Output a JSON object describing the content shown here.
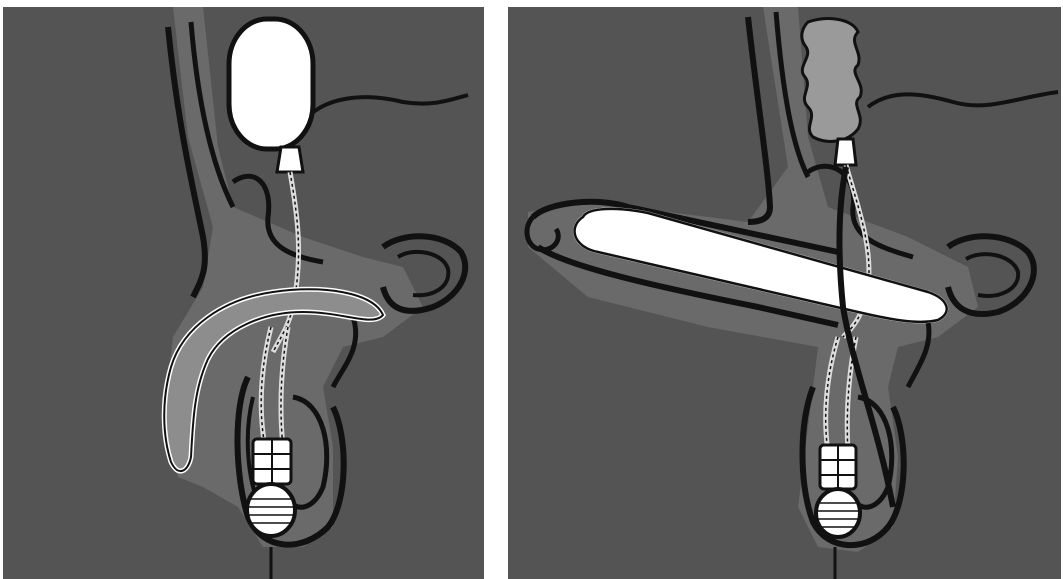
{
  "figure": {
    "panels": [
      {
        "id": "left",
        "state": "deflated",
        "reservoir": "filled",
        "cylinder": "deflated"
      },
      {
        "id": "right",
        "state": "inflated",
        "reservoir": "emptied",
        "cylinder": "inflated"
      }
    ],
    "colors": {
      "background": "#545454",
      "tissue": "#6d6d6d",
      "outline": "#111111",
      "device_fill": "#ffffff",
      "deflated_fill": "#8d8d8d",
      "empty_reservoir": "#9a9a9a"
    }
  }
}
